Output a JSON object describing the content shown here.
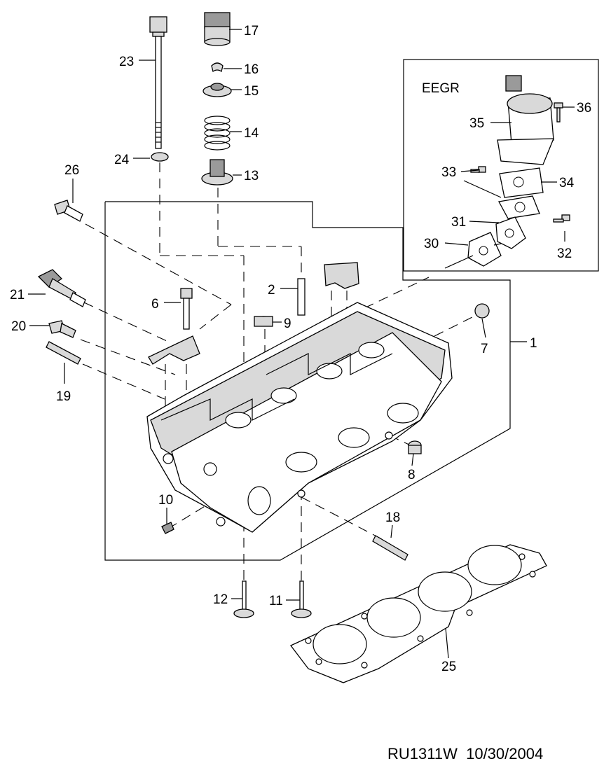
{
  "diagram": {
    "inset_title": "EEGR",
    "callouts": {
      "p1": "1",
      "p2": "2",
      "p6": "6",
      "p7": "7",
      "p8": "8",
      "p9": "9",
      "p10": "10",
      "p11": "11",
      "p12": "12",
      "p13": "13",
      "p14": "14",
      "p15": "15",
      "p16": "16",
      "p17": "17",
      "p18": "18",
      "p19": "19",
      "p20": "20",
      "p21": "21",
      "p23": "23",
      "p24": "24",
      "p25": "25",
      "p26": "26",
      "p30": "30",
      "p31": "31",
      "p32": "32",
      "p33": "33",
      "p34": "34",
      "p35": "35",
      "p36": "36"
    }
  },
  "footer": {
    "drawing_code": "RU1311W",
    "date": "10/30/2004"
  }
}
